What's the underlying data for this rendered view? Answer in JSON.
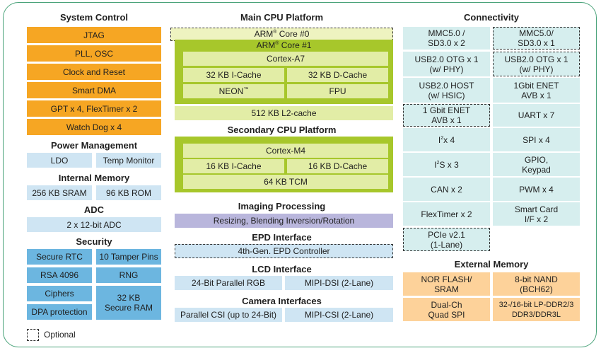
{
  "system_control": {
    "title": "System Control",
    "items": [
      "JTAG",
      "PLL, OSC",
      "Clock and Reset",
      "Smart DMA",
      "GPT x 4, FlexTimer x 2",
      "Watch Dog x 4"
    ]
  },
  "power_management": {
    "title": "Power Management",
    "items": [
      "LDO",
      "Temp Monitor"
    ]
  },
  "internal_memory": {
    "title": "Internal Memory",
    "items": [
      "256 KB SRAM",
      "96 KB ROM"
    ]
  },
  "adc": {
    "title": "ADC",
    "items": [
      "2 x 12-bit ADC"
    ]
  },
  "security": {
    "title": "Security",
    "items": [
      "Secure RTC",
      "10 Tamper Pins",
      "RSA 4096",
      "RNG",
      "Ciphers",
      "DPA protection",
      "32 KB\nSecure RAM"
    ]
  },
  "legend": {
    "optional": "Optional"
  },
  "main_cpu": {
    "title": "Main CPU Platform",
    "core0_name": "ARM",
    "core0_rest": " Core #0",
    "core1_name": "ARM",
    "core1_rest": " Core #1",
    "reg": "®",
    "core": "Cortex-A7",
    "icache": "32 KB I-Cache",
    "dcache": "32 KB D-Cache",
    "neon": "NEON",
    "tm": "™",
    "fpu": "FPU",
    "l2": "512 KB L2-cache"
  },
  "secondary_cpu": {
    "title": "Secondary CPU Platform",
    "core": "Cortex-M4",
    "icache": "16 KB I-Cache",
    "dcache": "16 KB D-Cache",
    "tcm": "64 KB TCM"
  },
  "imaging": {
    "title": "Imaging Processing",
    "item": "Resizing, Blending Inversion/Rotation"
  },
  "epd": {
    "title": "EPD Interface",
    "item": "4th-Gen. EPD Controller"
  },
  "lcd": {
    "title": "LCD Interface",
    "items": [
      "24-Bit Parallel RGB",
      "MIPI-DSI (2-Lane)"
    ]
  },
  "camera": {
    "title": "Camera Interfaces",
    "items": [
      "Parallel CSI (up to 24-Bit)",
      "MIPI-CSI (2-Lane)"
    ]
  },
  "connectivity": {
    "title": "Connectivity",
    "left": [
      "MMC5.0 /\nSD3.0 x 2",
      "USB2.0 OTG x 1\n(w/ PHY)",
      "USB2.0 HOST\n(w/ HSIC)",
      "1 Gbit ENET\nAVB x 1",
      "x 4",
      "S x 3",
      "CAN x 2",
      "FlexTimer x 2",
      "PCIe v2.1\n(1-Lane)"
    ],
    "i2c_prefix": "I",
    "i2s_prefix": "I",
    "sq": "2",
    "right": [
      "MMC5.0/\nSD3.0 x 1",
      "USB2.0 OTG x 1\n(w/ PHY)",
      "1Gbit ENET\nAVB x 1",
      "UART x 7",
      "SPI x 4",
      "GPIO,\nKeypad",
      "PWM x 4",
      "Smart Card\nI/F x 2"
    ]
  },
  "external_memory": {
    "title": "External Memory",
    "items": [
      "NOR FLASH/\nSRAM",
      "8-bit NAND\n(BCH62)",
      "Dual-Ch\nQuad SPI",
      "32-/16-bit LP-DDR2/3\nDDR3/DDR3L"
    ]
  }
}
